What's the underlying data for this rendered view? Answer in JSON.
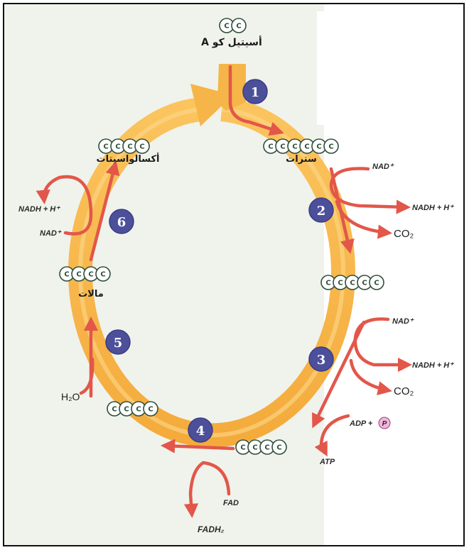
{
  "title": "",
  "inputs": {
    "acetyl_coa": "أسيتيل كو A",
    "acetyl_coa_carbons": "C C"
  },
  "molecules": {
    "citrate": {
      "label": "سترات",
      "carbons": "CCCCCC"
    },
    "five_carbon": {
      "label": "",
      "carbons": "CCCCC"
    },
    "four_carbon_bottom": {
      "label": "",
      "carbons": "CCCC"
    },
    "four_carbon_left": {
      "label": "",
      "carbons": "CCCC"
    },
    "malate": {
      "label": "مالات",
      "carbons": "CCCC"
    },
    "oxaloacetate": {
      "label": "أكسالواسيتات",
      "carbons": "CCCC"
    }
  },
  "steps": [
    "1",
    "2",
    "3",
    "4",
    "5",
    "6"
  ],
  "cofactors": {
    "step2": {
      "in": "NAD⁺",
      "out1": "NADH + H⁺",
      "out2": "CO₂"
    },
    "step3": {
      "in": "NAD⁺",
      "out1": "NADH + H⁺",
      "out2": "CO₂"
    },
    "atp": {
      "in": "ADP +",
      "phosphate": "P",
      "out": "ATP"
    },
    "step4": {
      "in": "FAD",
      "out": "FADH₂"
    },
    "step5": {
      "in": "H₂O"
    },
    "step6": {
      "in": "NAD⁺",
      "out": "NADH + H⁺"
    }
  },
  "colors": {
    "cycle_band": "#f6b548",
    "cycle_band_light": "#fbd88a",
    "arrow": "#e2574a",
    "step_circle": "#4c4f9a",
    "background_tint": "#f0f3ec",
    "phosphate": "#f2b6d8"
  }
}
